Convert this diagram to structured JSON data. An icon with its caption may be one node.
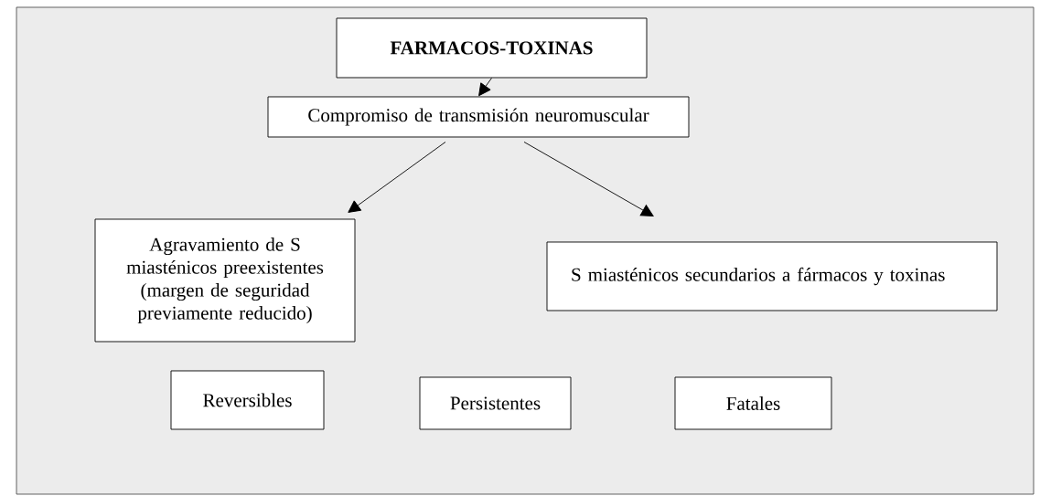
{
  "diagram": {
    "nodes": [
      {
        "text": [
          "FARMACOS-TOXINAS"
        ]
      },
      {
        "text": [
          "Compromiso de transmisión neuromuscular"
        ]
      },
      {
        "text": [
          "Agravamiento de S miasténicos preexistentes (margen de seguridad previamente reducido)"
        ]
      },
      {
        "text": [
          "S miasténicos secundarios a fármacos y toxinas"
        ]
      },
      {
        "text": [
          "Reversibles"
        ]
      },
      {
        "text": [
          "Persistentes"
        ]
      },
      {
        "text": [
          "Fatales"
        ]
      }
    ],
    "edges": [
      {
        "from": 0,
        "to": 1,
        "arrow": "to"
      },
      {
        "from": 1,
        "to": 2,
        "arrow": "to"
      },
      {
        "from": 1,
        "to": 3,
        "arrow": "to"
      }
    ]
  }
}
